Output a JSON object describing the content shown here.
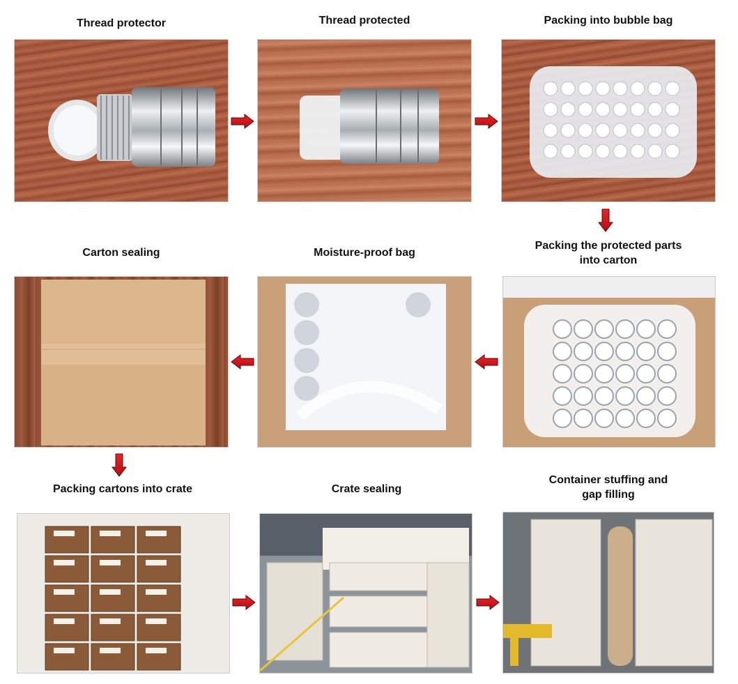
{
  "colors": {
    "arrow": "#d3141a",
    "arrow_outline": "#5a0a0a"
  },
  "steps": [
    {
      "label": "Thread protector"
    },
    {
      "label": "Thread protected"
    },
    {
      "label": "Packing into bubble bag"
    },
    {
      "label": "Packing the protected parts into carton"
    },
    {
      "label": "Moisture-proof bag"
    },
    {
      "label": "Carton sealing"
    },
    {
      "label": "Packing cartons into crate"
    },
    {
      "label": "Crate sealing"
    },
    {
      "label": "Container stuffing and gap filling"
    }
  ],
  "icons": {
    "arrow_right": "arrow-right-icon",
    "arrow_left": "arrow-left-icon",
    "arrow_down": "arrow-down-icon"
  }
}
